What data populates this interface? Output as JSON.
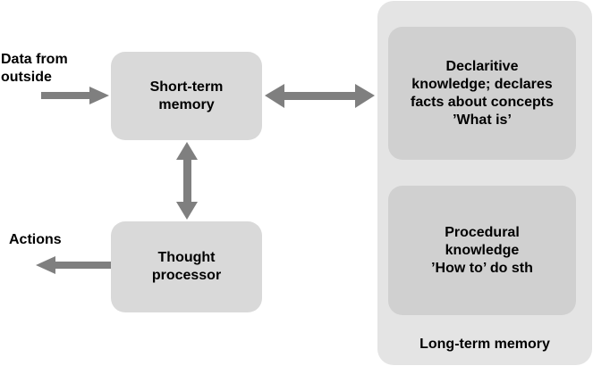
{
  "external": {
    "data_from_outside": "Data from\noutside",
    "actions": "Actions"
  },
  "boxes": {
    "short_term_memory": "Short-term\nmemory",
    "thought_processor": "Thought\nprocessor"
  },
  "long_term_memory": {
    "title": "Long-term memory",
    "declarative": "Declaritive\nknowledge; declares\nfacts about concepts\n’What is’",
    "procedural": "Procedural\nknowledge\n’How to’ do sth"
  },
  "colors": {
    "arrow": "#7f7f7f",
    "box": "#d9d9d9",
    "panel": "#e4e4e4",
    "inner_box": "#d0d0d0"
  }
}
